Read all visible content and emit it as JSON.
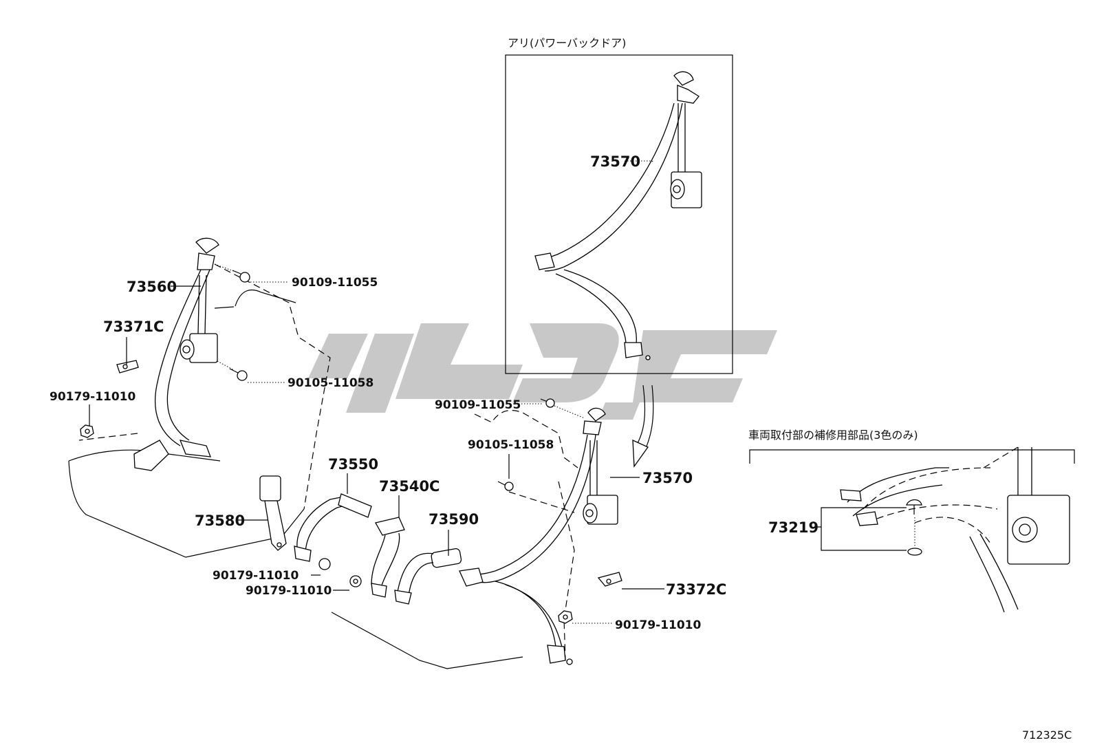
{
  "diagram": {
    "figure_code": "712325C",
    "notes": {
      "power_back_door": "アリ(パワーバックドア)",
      "repair_parts": "車両取付部の補修用部品(3色のみ)"
    },
    "watermark": {
      "color": "#c8c8c8"
    },
    "parts": {
      "p73560": "73560",
      "p73371c": "73371C",
      "p90179_a": "90179-11010",
      "p90109_a": "90109-11055",
      "p90105_a": "90105-11058",
      "p73580": "73580",
      "p73550": "73550",
      "p73540c": "73540C",
      "p73590": "73590",
      "p90179_b": "90179-11010",
      "p90179_c": "90179-11010",
      "p73570_box": "73570",
      "p90109_b": "90109-11055",
      "p90105_b": "90105-11058",
      "p73570": "73570",
      "p73372c": "73372C",
      "p90179_d": "90179-11010",
      "p73219": "73219"
    }
  }
}
